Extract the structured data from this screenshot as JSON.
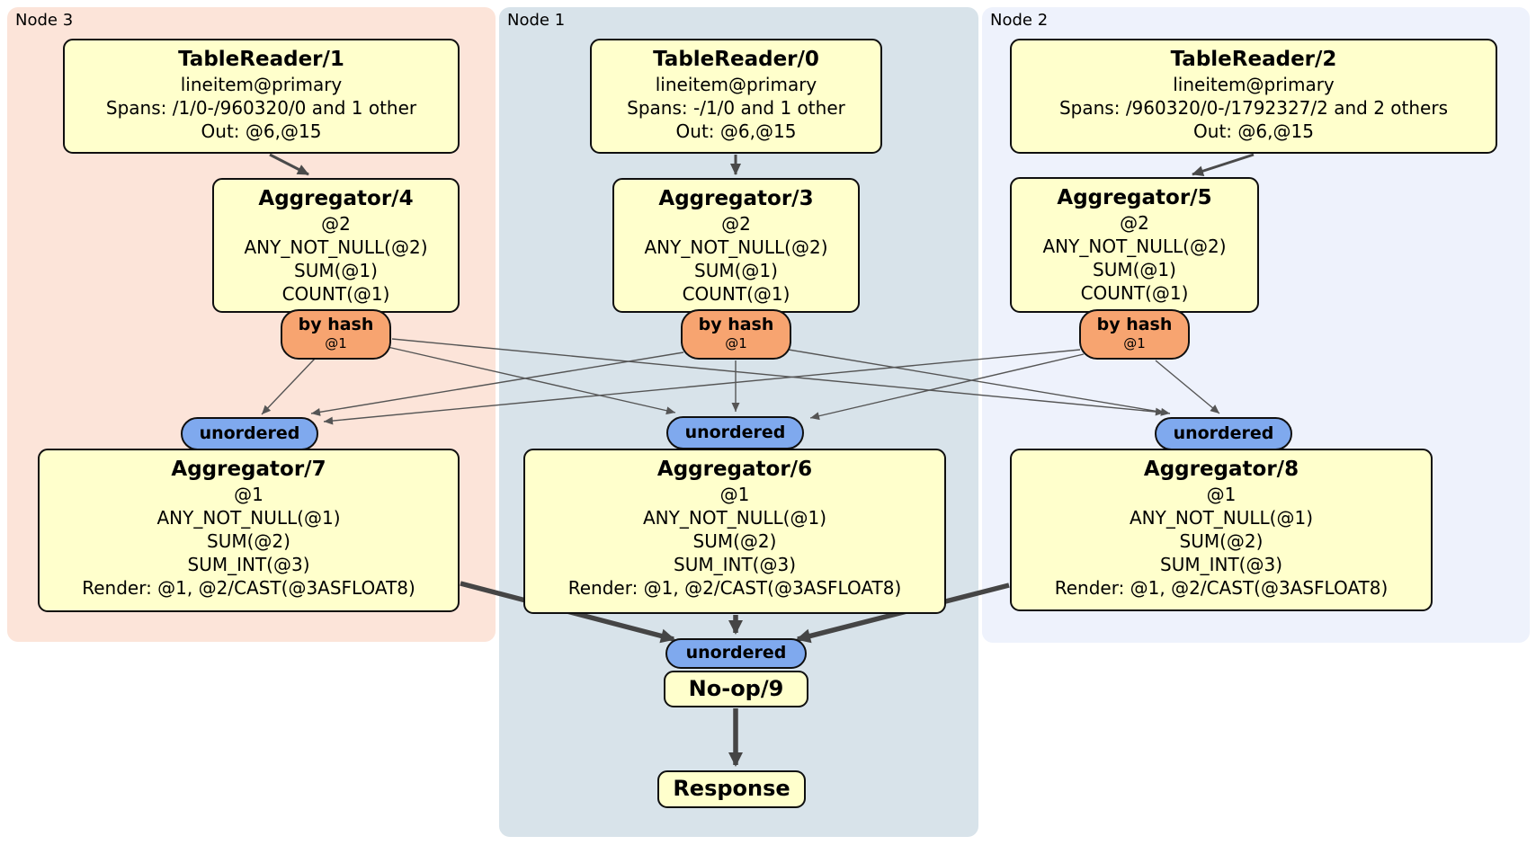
{
  "regions": {
    "node3": {
      "label": "Node 3"
    },
    "node1": {
      "label": "Node 1"
    },
    "node2": {
      "label": "Node 2"
    }
  },
  "processors": {
    "tr1": {
      "title": "TableReader/1",
      "lines": [
        "lineitem@primary",
        "Spans: /1/0-/960320/0 and 1 other",
        "Out: @6,@15"
      ]
    },
    "tr0": {
      "title": "TableReader/0",
      "lines": [
        "lineitem@primary",
        "Spans: -/1/0 and 1 other",
        "Out: @6,@15"
      ]
    },
    "tr2": {
      "title": "TableReader/2",
      "lines": [
        "lineitem@primary",
        "Spans: /960320/0-/1792327/2 and 2 others",
        "Out: @6,@15"
      ]
    },
    "agg4": {
      "title": "Aggregator/4",
      "lines": [
        "@2",
        "ANY_NOT_NULL(@2)",
        "SUM(@1)",
        "COUNT(@1)"
      ]
    },
    "agg3": {
      "title": "Aggregator/3",
      "lines": [
        "@2",
        "ANY_NOT_NULL(@2)",
        "SUM(@1)",
        "COUNT(@1)"
      ]
    },
    "agg5": {
      "title": "Aggregator/5",
      "lines": [
        "@2",
        "ANY_NOT_NULL(@2)",
        "SUM(@1)",
        "COUNT(@1)"
      ]
    },
    "agg7": {
      "title": "Aggregator/7",
      "lines": [
        "@1",
        "ANY_NOT_NULL(@1)",
        "SUM(@2)",
        "SUM_INT(@3)",
        "Render: @1, @2/CAST(@3ASFLOAT8)"
      ]
    },
    "agg6": {
      "title": "Aggregator/6",
      "lines": [
        "@1",
        "ANY_NOT_NULL(@1)",
        "SUM(@2)",
        "SUM_INT(@3)",
        "Render: @1, @2/CAST(@3ASFLOAT8)"
      ]
    },
    "agg8": {
      "title": "Aggregator/8",
      "lines": [
        "@1",
        "ANY_NOT_NULL(@1)",
        "SUM(@2)",
        "SUM_INT(@3)",
        "Render: @1, @2/CAST(@3ASFLOAT8)"
      ]
    },
    "noop": {
      "title": "No-op/9"
    },
    "response": {
      "title": "Response"
    }
  },
  "routers": {
    "by_hash_label": "by hash",
    "by_hash_key": "@1",
    "unordered_label": "unordered"
  },
  "colors": {
    "node3_bg": "#fce4d9",
    "node1_bg": "#d8e3ea",
    "node2_bg": "#eef2fc",
    "processor_bg": "#ffffcc",
    "hash_router_bg": "#f7a470",
    "sync_router_bg": "#7fa9ee",
    "edge_thin": "#555555",
    "edge_thick": "#454545"
  }
}
